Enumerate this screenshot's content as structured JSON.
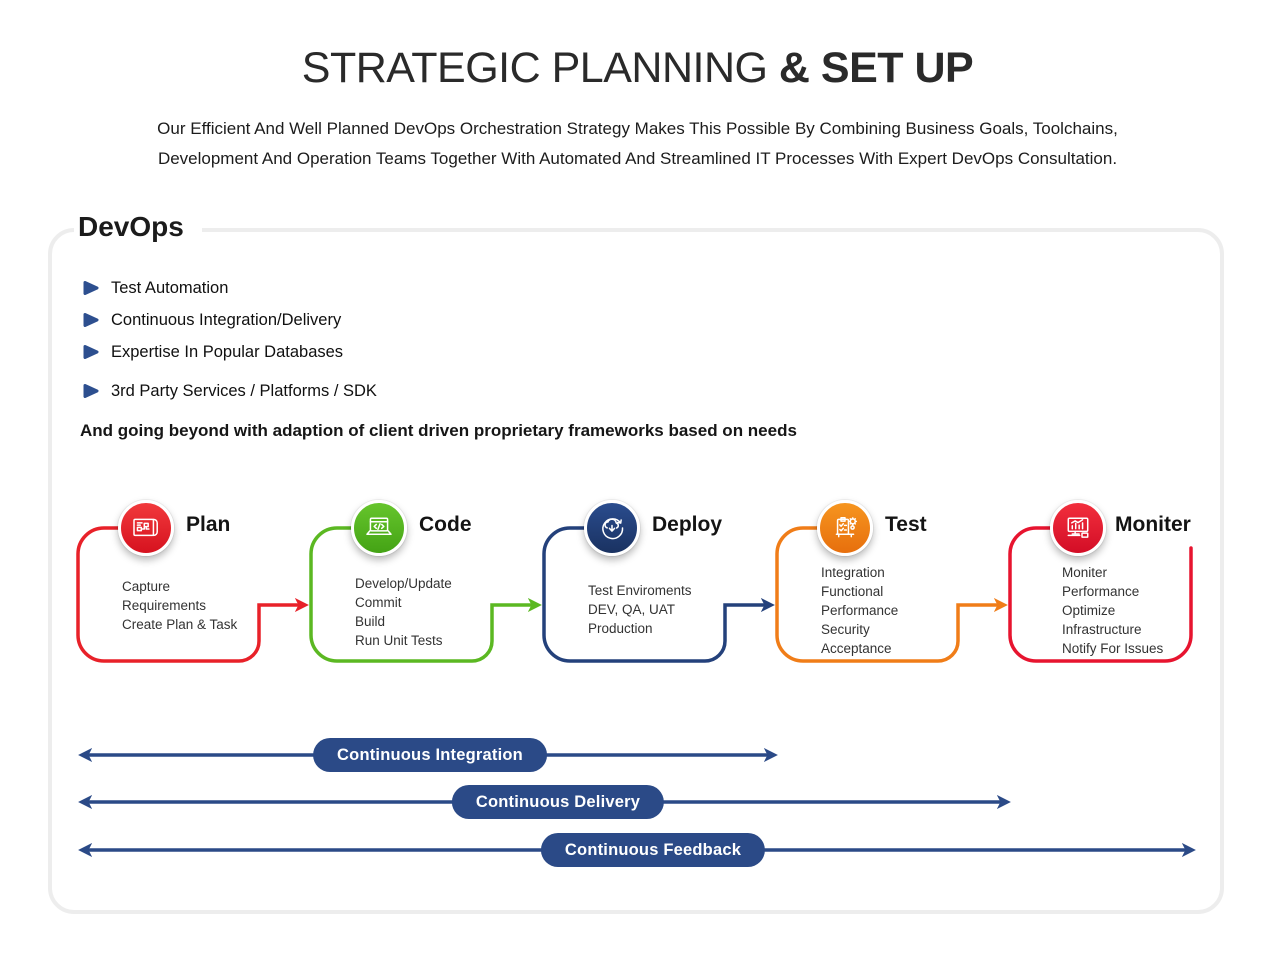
{
  "header": {
    "title_regular": "STRATEGIC PLANNING ",
    "title_bold": "& SET UP",
    "subtitle_line1": "Our Efficient And Well Planned DevOps Orchestration Strategy Makes This Possible By Combining Business Goals, Toolchains,",
    "subtitle_line2": "Development And Operation Teams Together With Automated And Streamlined IT Processes With Expert DevOps Consultation."
  },
  "panel": {
    "label": "DevOps",
    "features": [
      "Test Automation",
      "Continuous Integration/Delivery",
      "Expertise In Popular Databases",
      "3rd Party Services / Platforms / SDK"
    ],
    "bullet_color": "#2d4f8f",
    "note": "And going beyond with adaption of client driven proprietary frameworks based on needs"
  },
  "flow": {
    "stages": [
      {
        "title": "Plan",
        "icon": "plan-icon",
        "color": "#e82129",
        "items": [
          "Capture",
          "Requirements",
          "Create Plan & Task"
        ]
      },
      {
        "title": "Code",
        "icon": "code-icon",
        "color": "#5bb822",
        "items": [
          "Develop/Update",
          "Commit",
          "Build",
          "Run Unit Tests"
        ]
      },
      {
        "title": "Deploy",
        "icon": "deploy-icon",
        "color": "#24417b",
        "items": [
          "Test Enviroments",
          "DEV, QA, UAT",
          "Production"
        ]
      },
      {
        "title": "Test",
        "icon": "test-icon",
        "color": "#f07d18",
        "items": [
          "Integration",
          "Functional",
          "Performance",
          "Security",
          "Acceptance"
        ]
      },
      {
        "title": "Moniter",
        "icon": "monitor-icon",
        "color": "#e7142f",
        "items": [
          "Moniter",
          "Performance",
          "Optimize",
          "Infrastructure",
          "Notify For Issues"
        ]
      }
    ],
    "bands": [
      {
        "label": "Continuous Integration"
      },
      {
        "label": "Continuous Delivery"
      },
      {
        "label": "Continuous Feedback"
      }
    ],
    "band_color": "#2b4a87"
  }
}
